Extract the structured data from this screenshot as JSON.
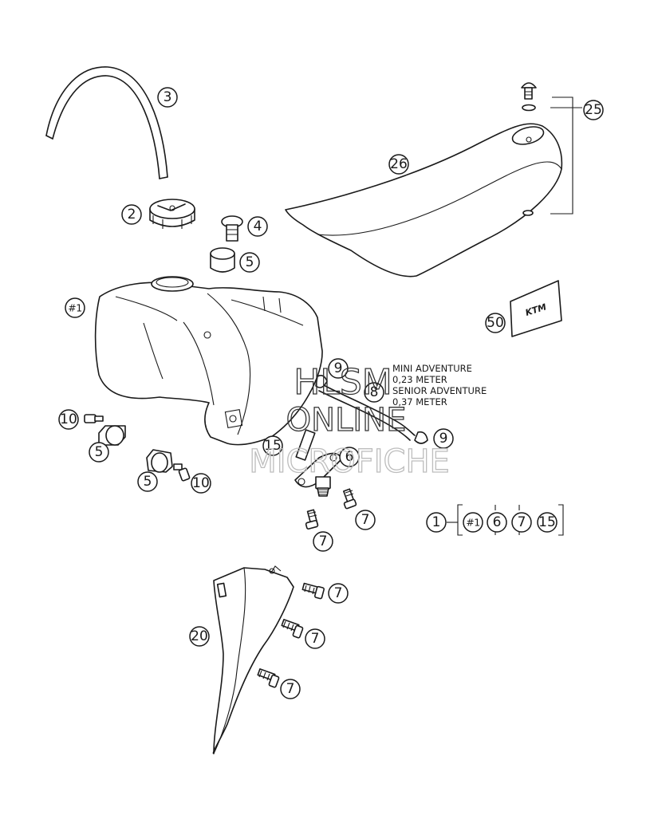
{
  "callouts": {
    "c3": "3",
    "c2": "2",
    "c4": "4",
    "c5a": "5",
    "c1tank": "#1",
    "c25": "25",
    "c26": "26",
    "c50": "50",
    "c9a": "9",
    "c8": "8",
    "c9b": "9",
    "c15": "15",
    "c6": "6",
    "c10a": "10",
    "c5b": "5",
    "c5c": "5",
    "c10b": "10",
    "c7a": "7",
    "c7b": "7",
    "c7c": "7",
    "c7d": "7",
    "c7e": "7",
    "c20": "20"
  },
  "kit": {
    "main": "1",
    "items": [
      "#1",
      "6",
      "7",
      "15"
    ]
  },
  "hose_note": [
    "MINI ADVENTURE",
    "0,23 METER",
    "SENIOR ADVENTURE",
    "0,37 METER"
  ],
  "decal_brand": "KTM",
  "watermark": [
    "HLSM",
    "ONLINE",
    "MICROFICHE"
  ]
}
